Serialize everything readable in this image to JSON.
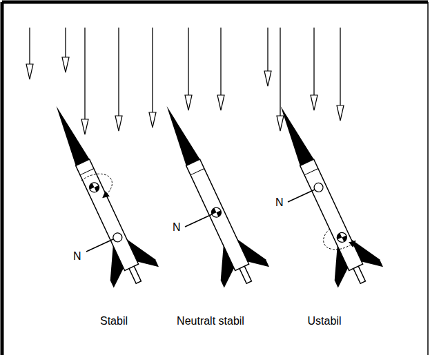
{
  "diagram": {
    "labels": [
      "N",
      "N",
      "N",
      "Stabil",
      "Neutralt stabil",
      "Ustabil"
    ]
  }
}
